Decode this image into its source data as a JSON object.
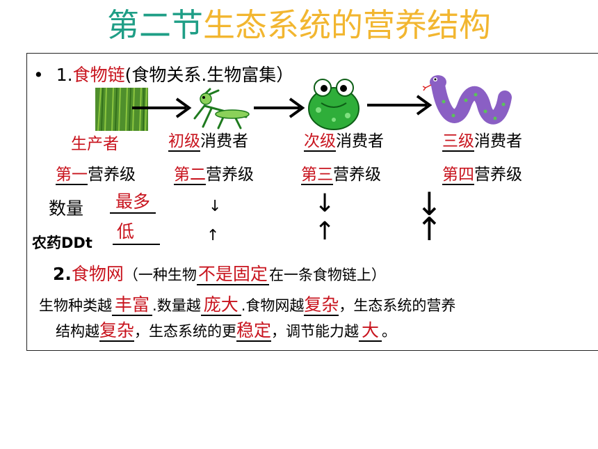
{
  "title": {
    "part1": "第二节",
    "part2": "生态系统的营养结构"
  },
  "section1": {
    "bullet": "•",
    "number": "1.",
    "keyword": "食物链",
    "open": "(",
    "detail": "食物关系.生物富集）"
  },
  "organisms": [
    {
      "name": "grass",
      "role_red": "生产者",
      "role_black": "",
      "level_red": "第一",
      "level_black": "营养级"
    },
    {
      "name": "mantis",
      "role_red": "初级",
      "role_black": "消费者",
      "level_red": "第二",
      "level_black": "营养级"
    },
    {
      "name": "frog",
      "role_red": "次级",
      "role_black": "消费者",
      "level_red": "第三",
      "level_black": "营养级"
    },
    {
      "name": "snake",
      "role_red": "三级",
      "role_black": "消费者",
      "level_red": "第四",
      "level_black": "营养级"
    }
  ],
  "quantity": {
    "label": "数量",
    "answer": "最多"
  },
  "pesticide": {
    "label": "农药DDt",
    "answer": "低"
  },
  "arrows": {
    "down": "↓",
    "up": "↑"
  },
  "section2": {
    "number": "2.",
    "keyword": "食物网",
    "pre": "（一种生物",
    "answer": "不是固定",
    "post": "在一条食物链上）"
  },
  "summary": {
    "line1": [
      {
        "text": "生物种类越",
        "red": false
      },
      {
        "text": "丰富",
        "red": true
      },
      {
        "text": ".数量越",
        "red": false
      },
      {
        "text": "庞大",
        "red": true
      },
      {
        "text": ".食物网越",
        "red": false
      },
      {
        "text": "复杂",
        "red": true
      },
      {
        "text": "，生态系统的营养",
        "red": false
      }
    ],
    "line2": [
      {
        "text": "结构越",
        "red": false
      },
      {
        "text": "复杂",
        "red": true
      },
      {
        "text": "，生态系统的更",
        "red": false
      },
      {
        "text": "稳定",
        "red": true
      },
      {
        "text": "，调节能力越",
        "red": false
      },
      {
        "text": "大",
        "red": true
      },
      {
        "text": "。",
        "red": false
      }
    ]
  },
  "colors": {
    "title_teal": "#1f9e86",
    "title_gold": "#f2b630",
    "answer_red": "#c8141e"
  }
}
